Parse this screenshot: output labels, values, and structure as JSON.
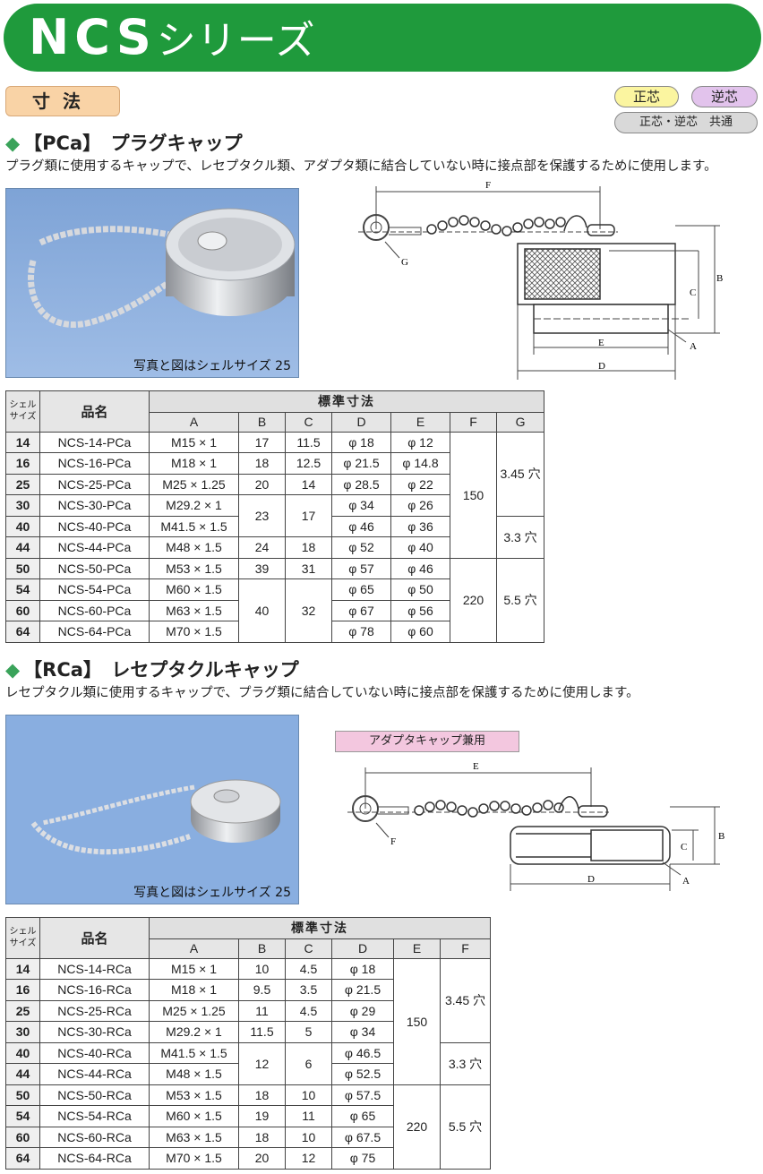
{
  "banner": {
    "title": "NCS",
    "title_kana": "シリーズ"
  },
  "dim_tag": "寸法",
  "pills": {
    "seishin": "正芯",
    "gyakushin": "逆芯",
    "common": "正芯・逆芯　共通"
  },
  "pca": {
    "title": "【PCa】　プラグキャップ",
    "desc": "プラグ類に使用するキャップで、レセプタクル類、アダプタ類に結合していない時に接点部を保護するために使用します。",
    "photo_caption": "写真と図はシェルサイズ 25",
    "dims": {
      "F": "F",
      "G": "G",
      "B": "B",
      "C": "C",
      "E": "E",
      "D": "D",
      "A": "A"
    },
    "table": {
      "h_size": "シェル サイズ",
      "h_name": "品名",
      "h_std": "標準寸法",
      "cols": [
        "A",
        "B",
        "C",
        "D",
        "E",
        "F",
        "G"
      ],
      "rows": [
        {
          "s": "14",
          "n": "NCS-14-PCa",
          "a": "M15 × 1",
          "b": "17",
          "c": "11.5",
          "d": "φ 18",
          "e": "φ 12"
        },
        {
          "s": "16",
          "n": "NCS-16-PCa",
          "a": "M18 × 1",
          "b": "18",
          "c": "12.5",
          "d": "φ 21.5",
          "e": "φ 14.8"
        },
        {
          "s": "25",
          "n": "NCS-25-PCa",
          "a": "M25 × 1.25",
          "b": "20",
          "c": "14",
          "d": "φ 28.5",
          "e": "φ 22"
        },
        {
          "s": "30",
          "n": "NCS-30-PCa",
          "a": "M29.2 × 1",
          "b": "23",
          "c": "17",
          "d": "φ 34",
          "e": "φ 26"
        },
        {
          "s": "40",
          "n": "NCS-40-PCa",
          "a": "M41.5 × 1.5",
          "b": "",
          "c": "",
          "d": "φ 46",
          "e": "φ 36"
        },
        {
          "s": "44",
          "n": "NCS-44-PCa",
          "a": "M48 × 1.5",
          "b": "24",
          "c": "18",
          "d": "φ 52",
          "e": "φ 40"
        },
        {
          "s": "50",
          "n": "NCS-50-PCa",
          "a": "M53 × 1.5",
          "b": "39",
          "c": "31",
          "d": "φ 57",
          "e": "φ 46"
        },
        {
          "s": "54",
          "n": "NCS-54-PCa",
          "a": "M60 × 1.5",
          "b": "40",
          "c": "32",
          "d": "φ 65",
          "e": "φ 50"
        },
        {
          "s": "60",
          "n": "NCS-60-PCa",
          "a": "M63 × 1.5",
          "b": "",
          "c": "",
          "d": "φ 67",
          "e": "φ 56"
        },
        {
          "s": "64",
          "n": "NCS-64-PCa",
          "a": "M70 × 1.5",
          "b": "",
          "c": "",
          "d": "φ 78",
          "e": "φ 60"
        }
      ],
      "f_groups": [
        "150",
        "220"
      ],
      "g_groups": [
        "3.45 穴",
        "3.3 穴",
        "5.5 穴"
      ]
    }
  },
  "rca": {
    "title": "【RCa】　レセプタクルキャップ",
    "desc": "レセプタクル類に使用するキャップで、プラグ類に結合していない時に接点部を保護するために使用します。",
    "photo_caption": "写真と図はシェルサイズ 25",
    "note": "アダプタキャップ兼用",
    "dims": {
      "E": "E",
      "F": "F",
      "B": "B",
      "C": "C",
      "D": "D",
      "A": "A"
    },
    "table": {
      "h_size": "シェル サイズ",
      "h_name": "品名",
      "h_std": "標準寸法",
      "cols": [
        "A",
        "B",
        "C",
        "D",
        "E",
        "F"
      ],
      "rows": [
        {
          "s": "14",
          "n": "NCS-14-RCa",
          "a": "M15 × 1",
          "b": "10",
          "c": "4.5",
          "d": "φ 18"
        },
        {
          "s": "16",
          "n": "NCS-16-RCa",
          "a": "M18 × 1",
          "b": "9.5",
          "c": "3.5",
          "d": "φ 21.5"
        },
        {
          "s": "25",
          "n": "NCS-25-RCa",
          "a": "M25 × 1.25",
          "b": "11",
          "c": "4.5",
          "d": "φ 29"
        },
        {
          "s": "30",
          "n": "NCS-30-RCa",
          "a": "M29.2 × 1",
          "b": "11.5",
          "c": "5",
          "d": "φ 34"
        },
        {
          "s": "40",
          "n": "NCS-40-RCa",
          "a": "M41.5 × 1.5",
          "b": "12",
          "c": "6",
          "d": "φ 46.5"
        },
        {
          "s": "44",
          "n": "NCS-44-RCa",
          "a": "M48 × 1.5",
          "b": "",
          "c": "",
          "d": "φ 52.5"
        },
        {
          "s": "50",
          "n": "NCS-50-RCa",
          "a": "M53 × 1.5",
          "b": "18",
          "c": "10",
          "d": "φ 57.5"
        },
        {
          "s": "54",
          "n": "NCS-54-RCa",
          "a": "M60 × 1.5",
          "b": "19",
          "c": "11",
          "d": "φ 65"
        },
        {
          "s": "60",
          "n": "NCS-60-RCa",
          "a": "M63 × 1.5",
          "b": "18",
          "c": "10",
          "d": "φ 67.5"
        },
        {
          "s": "64",
          "n": "NCS-64-RCa",
          "a": "M70 × 1.5",
          "b": "20",
          "c": "12",
          "d": "φ 75"
        }
      ],
      "e_groups": [
        "150",
        "220"
      ],
      "f_groups": [
        "3.45 穴",
        "3.3 穴",
        "5.5 穴"
      ]
    }
  }
}
